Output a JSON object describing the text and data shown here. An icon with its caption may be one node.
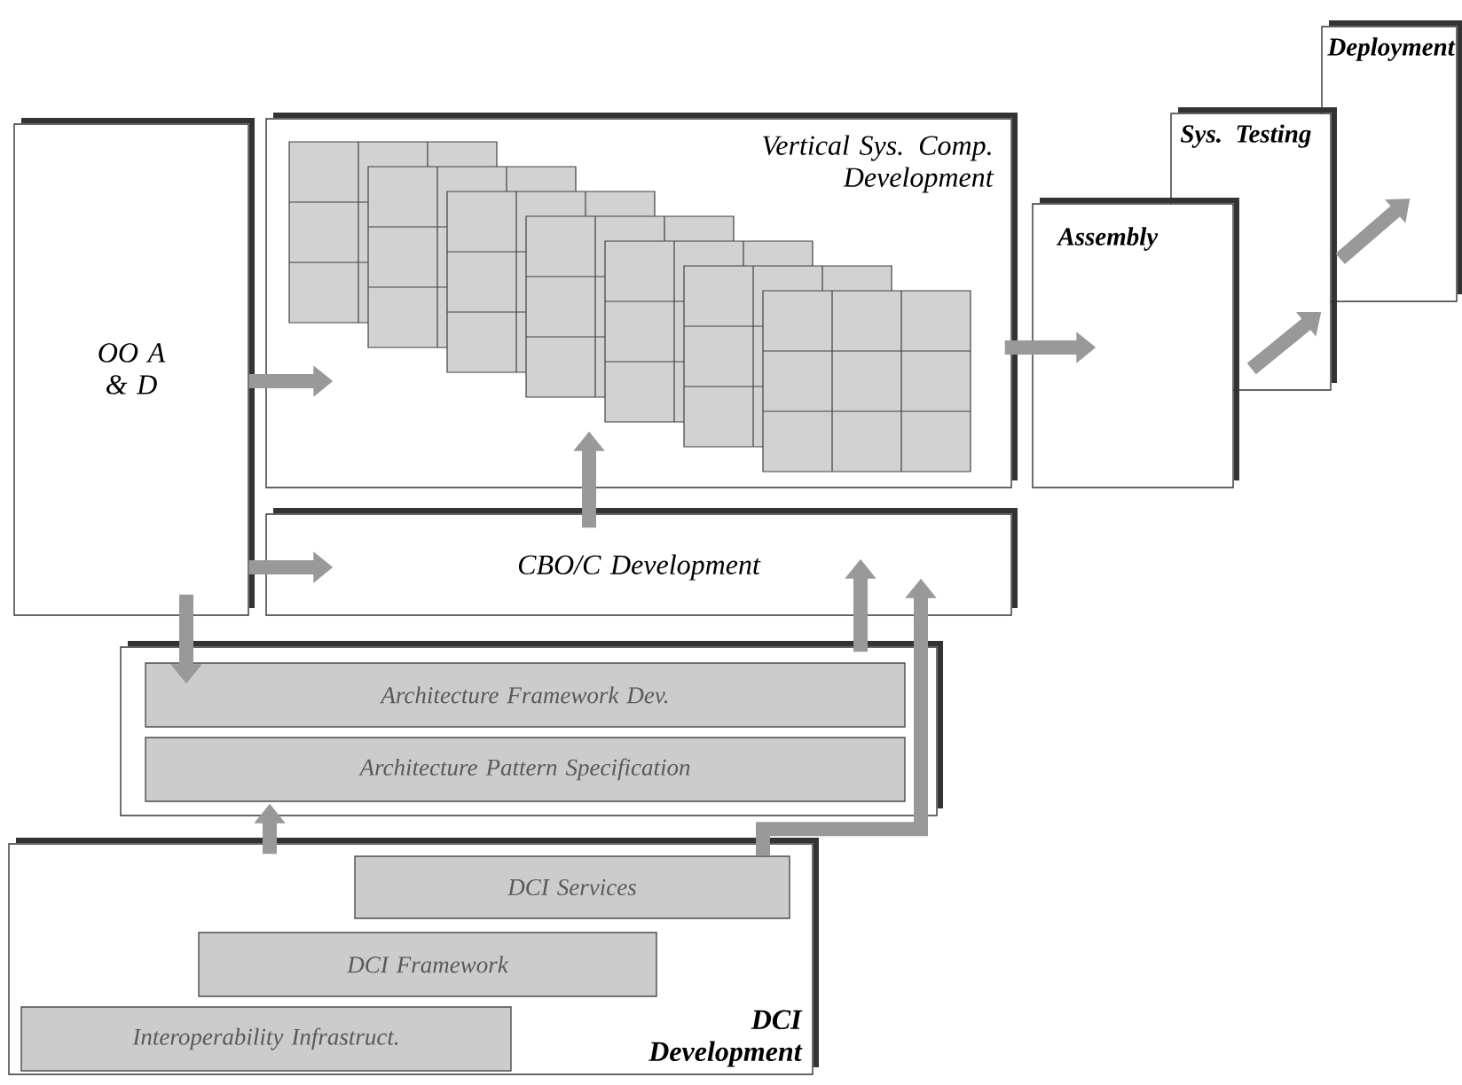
{
  "diagram": {
    "nodes": [
      {
        "text": [
          "OO A & D"
        ]
      },
      {
        "text": [
          "Vertical Sys. Comp. Development"
        ]
      },
      {
        "text": [
          "CBO/C Development"
        ]
      },
      {
        "text": [],
        "shape": "box"
      },
      {
        "text": [
          "Architecture Framework Dev."
        ],
        "in": 3
      },
      {
        "text": [
          "Architecture Pattern Specification"
        ],
        "in": 3
      },
      {
        "text": [
          "DCI Development"
        ]
      },
      {
        "text": [
          "DCI Services"
        ],
        "in": 6
      },
      {
        "text": [
          "DCI Framework"
        ],
        "in": 6
      },
      {
        "text": [
          "Interoperability Infrastruct."
        ],
        "in": 6
      },
      {
        "text": [
          "Assembly"
        ]
      },
      {
        "text": [
          "Sys. Testing"
        ]
      },
      {
        "text": [
          "Deployment"
        ]
      }
    ],
    "edges": [
      {
        "from": 0,
        "to": 1,
        "arrow": "to"
      },
      {
        "from": 0,
        "to": 2,
        "arrow": "to"
      },
      {
        "from": 0,
        "to": 3,
        "arrow": "to"
      },
      {
        "from": 2,
        "to": 1,
        "arrow": "to"
      },
      {
        "from": 7,
        "to": 2,
        "arrow": "to"
      },
      {
        "from": 3,
        "to": 2,
        "arrow": "to"
      },
      {
        "from": 6,
        "to": 3,
        "arrow": "to"
      },
      {
        "from": 1,
        "to": 10,
        "arrow": "to"
      },
      {
        "from": 10,
        "to": 11,
        "arrow": "to"
      },
      {
        "from": 11,
        "to": 12,
        "arrow": "to"
      }
    ]
  }
}
